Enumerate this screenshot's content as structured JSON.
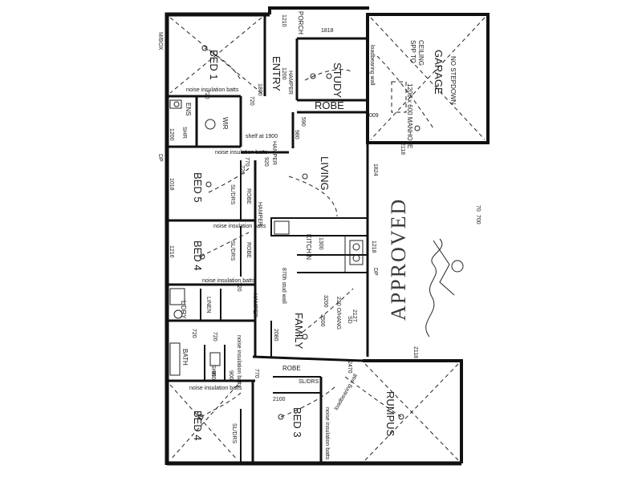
{
  "rooms": {
    "bed1": "BED 1",
    "entry": "ENTRY",
    "porch": "PORCH",
    "study": "STUDY",
    "garage": "GARAGE",
    "ens": "ENS",
    "wir": "WIR",
    "robe_top": "ROBE",
    "living": "LIVING",
    "bed5": "BED 5",
    "bed4_mid": "BED 4",
    "kitchen": "KITCH N",
    "ldry": "L'DRY",
    "linen": "LINEN",
    "family": "FAMILY",
    "bath": "BATH",
    "shr_bath": "SHR",
    "shr_ens": "SHR",
    "bed4_bottom": "BED 4",
    "bed3": "BED 3",
    "rumpus": "RUMPUS",
    "robe_bottom": "ROBE",
    "sl_drs_bed5": "SL/DRS",
    "robe_bed5": "ROBE",
    "sl_drs_bed4": "SL/DRS",
    "robe_bed4": "ROBE",
    "sl_drs_bed3": "SL/DRS",
    "sl_drs_bottom": "SL/DRS",
    "hamper_entry": "HAMPER",
    "hamper_hall": "HAMPER",
    "hamper_mid": "HAMPER",
    "hamper_ldry": "HAMPER"
  },
  "notes": {
    "spp": "SPP TO",
    "ceiling": "CEILING",
    "manhole": "1200 x 600 MANHOLE",
    "no_stepdown": "NO STEPDOWN",
    "loadbearing_top": "loadbearing wall",
    "loadbearing_bottom": "loadbearing wall",
    "noise_bed1": "noise insulation batts",
    "noise_bed5": "noise insulation batts",
    "noise_bed5b": "noise insulation batts",
    "noise_bed4": "noise insulation batts",
    "noise_bath": "noise insulation batts",
    "noise_bed4b": "noise insulation batts",
    "noise_bed3": "noise insulation batts",
    "shelf": "shelf at 1900",
    "stud_wall": "870h stud wall",
    "ohang": "230 O/HANG",
    "wbox": "M/BOX",
    "dp": "DP",
    "sd": "SD",
    "approved": "APPROVED"
  },
  "dims": {
    "d1818": "1818",
    "d1210": "1210",
    "d720a": "720",
    "d720b": "720",
    "d720c": "720",
    "d720d": "720",
    "d720e": "720",
    "d720f": "720",
    "d1200a": "1200",
    "d1200b": "1200",
    "d1800": "1800",
    "d009": "009",
    "d980": "980",
    "d590": "590",
    "d920": "920",
    "d770a": "770",
    "d770b": "770",
    "d1824": "1824",
    "d2118a": "2118",
    "d2118b": "2118",
    "d700": "700",
    "d70": "70",
    "d1018": "1018",
    "d1218": "1218",
    "d1300": "1300",
    "d3200": "3200",
    "d3500": "3500",
    "d2127": "2127",
    "d2080": "2080",
    "d2100": "2100",
    "d950": "950",
    "d900": "900",
    "d1216": "1216",
    "d2470": "2470"
  }
}
